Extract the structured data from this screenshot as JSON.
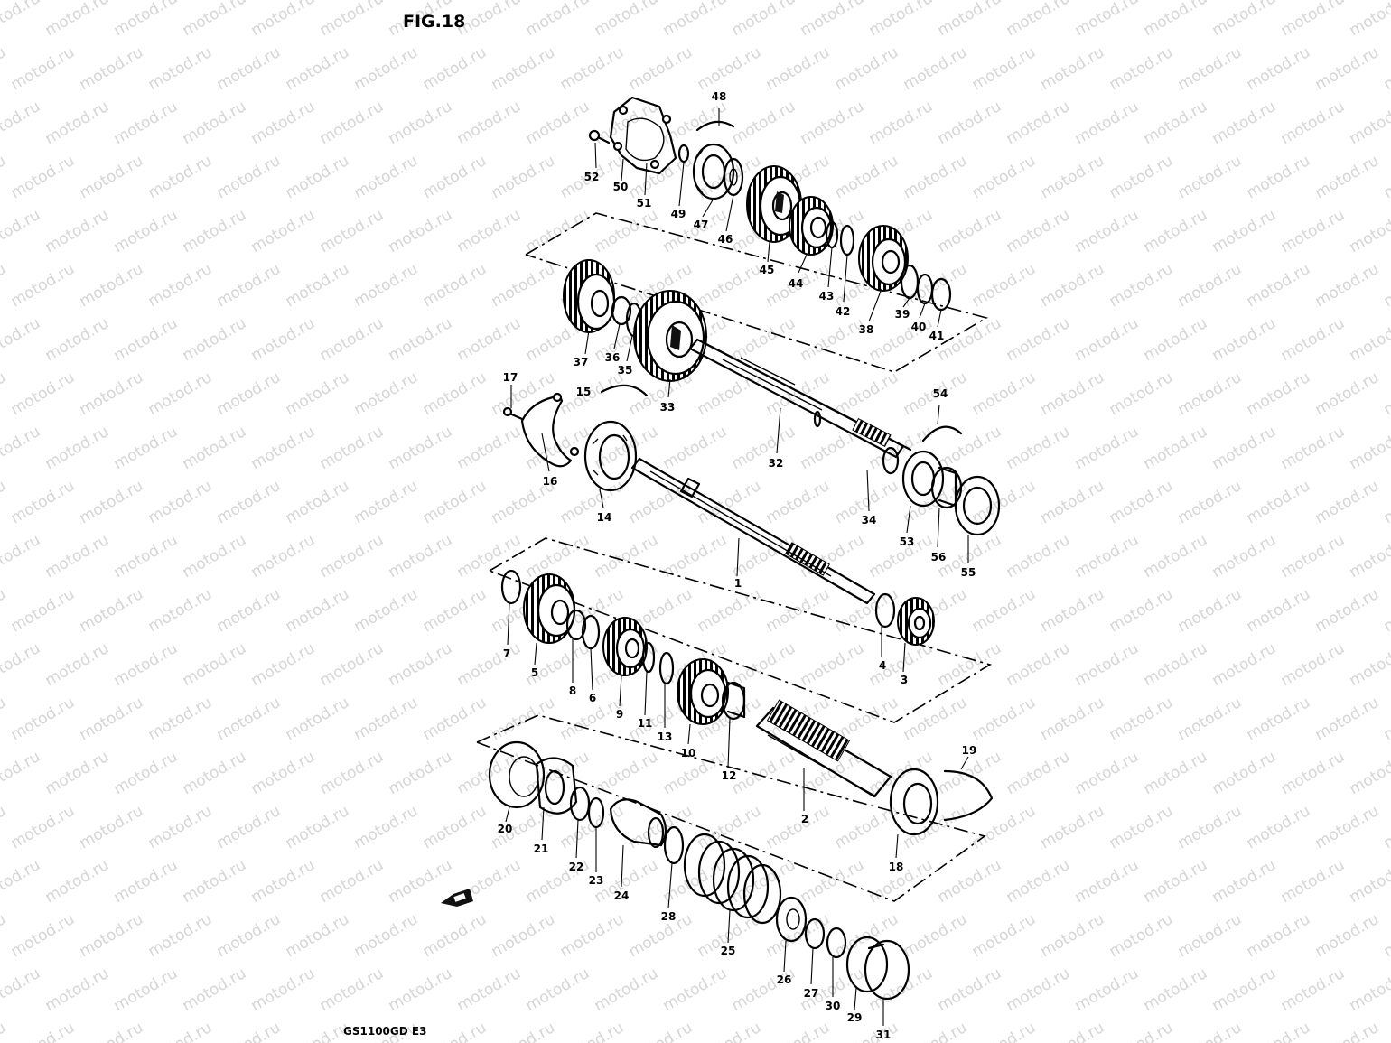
{
  "figure": {
    "title": "FIG.18",
    "model_code": "GS1100GD E3"
  },
  "watermark": {
    "text": "motod.ru"
  },
  "callouts": {
    "c1": "1",
    "c2": "2",
    "c3": "3",
    "c4": "4",
    "c5": "5",
    "c6": "6",
    "c7": "7",
    "c8": "8",
    "c9": "9",
    "c10": "10",
    "c11": "11",
    "c12": "12",
    "c13": "13",
    "c14": "14",
    "c15": "15",
    "c16": "16",
    "c17": "17",
    "c18": "18",
    "c19": "19",
    "c20": "20",
    "c21": "21",
    "c22": "22",
    "c23": "23",
    "c24": "24",
    "c25": "25",
    "c26": "26",
    "c27": "27",
    "c28": "28",
    "c29": "29",
    "c30": "30",
    "c31": "31",
    "c32": "32",
    "c33": "33",
    "c34": "34",
    "c35": "35",
    "c36": "36",
    "c37": "37",
    "c38": "38",
    "c39": "39",
    "c40": "40",
    "c41": "41",
    "c42": "42",
    "c43": "43",
    "c44": "44",
    "c45": "45",
    "c46": "46",
    "c47": "47",
    "c48": "48",
    "c49": "49",
    "c50": "50",
    "c51": "51",
    "c52": "52",
    "c53": "53",
    "c54": "54",
    "c55": "55",
    "c56": "56"
  }
}
